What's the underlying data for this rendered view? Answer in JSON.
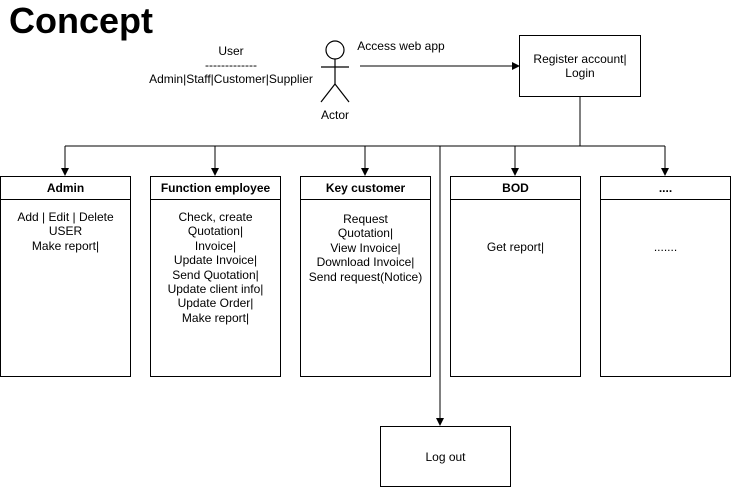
{
  "title": "Concept",
  "user_note": {
    "line1": "User",
    "line2": "-------------",
    "line3": "Admin|Staff|Customer|Supplier"
  },
  "actor_label": "Actor",
  "edge_label": "Access web app",
  "register": {
    "line1": "Register account|",
    "line2": "Login"
  },
  "boxes": [
    {
      "title": "Admin",
      "lines": [
        "Add | Edit | Delete",
        "USER",
        "Make report|"
      ]
    },
    {
      "title": "Function employee",
      "lines": [
        "Check, create",
        "Quotation|",
        "Invoice|",
        "Update Invoice|",
        "Send Quotation|",
        "Update client info|",
        "Update Order|",
        "Make report|"
      ]
    },
    {
      "title": "Key customer",
      "lines": [
        "Request",
        "Quotation|",
        "View Invoice|",
        "Download Invoice|",
        "Send request(Notice)"
      ]
    },
    {
      "title": "BOD",
      "lines": [
        "Get report|"
      ]
    },
    {
      "title": "....",
      "lines": [
        "......."
      ]
    }
  ],
  "logout": "Log out"
}
